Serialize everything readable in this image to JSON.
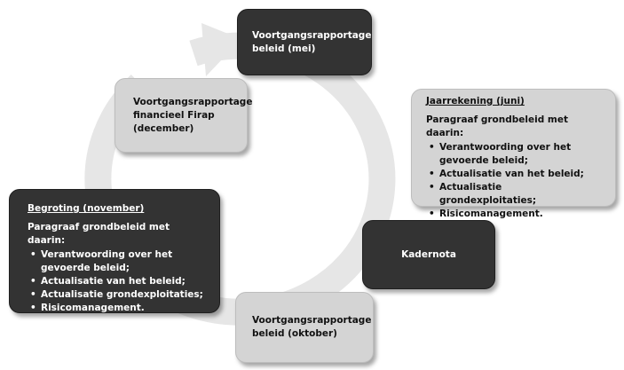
{
  "diagram": {
    "ring_color": "#e6e6e6",
    "nodes": {
      "mei": {
        "lines": [
          "Voortgangsrapportage",
          "beleid (mei)"
        ]
      },
      "firap": {
        "lines": [
          "Voortgangsrapportage",
          "financieel Firap",
          "(december)"
        ]
      },
      "jaarrekening": {
        "heading": "Jaarrekening (juni)",
        "intro": "Paragraaf grondbeleid met daarin:",
        "bullets": [
          "Verantwoording over het gevoerde beleid;",
          "Actualisatie van het beleid;",
          "Actualisatie grondexploitaties;",
          "Risicomanagement."
        ]
      },
      "begroting": {
        "heading": "Begroting (november)",
        "intro": "Paragraaf grondbeleid met daarin:",
        "bullets": [
          "Verantwoording over het gevoerde beleid;",
          "Actualisatie van het beleid;",
          "Actualisatie grondexploitaties;",
          "Risicomanagement."
        ]
      },
      "kadernota": {
        "label": "Kadernota"
      },
      "oktober": {
        "lines": [
          "Voortgangsrapportage",
          "beleid (oktober)"
        ]
      }
    }
  }
}
